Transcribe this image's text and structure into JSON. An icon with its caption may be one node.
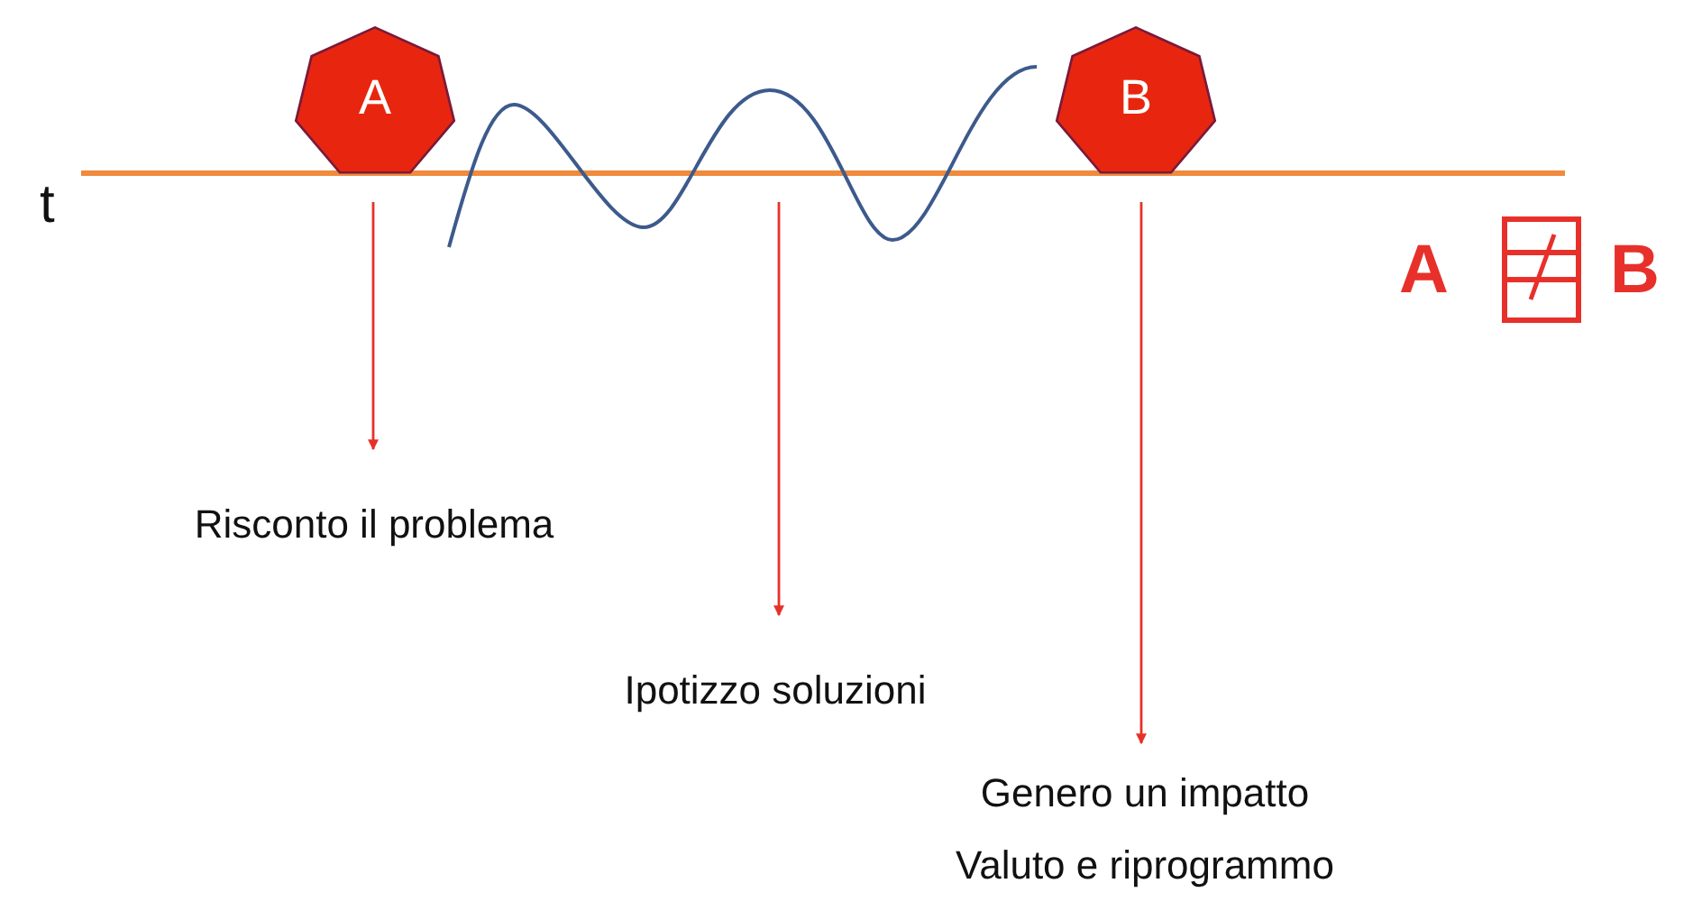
{
  "diagram": {
    "nodes": [
      {
        "text": [
          "A"
        ]
      },
      {
        "text": [
          "B"
        ]
      },
      {
        "text": [
          "Risconto il problema"
        ]
      },
      {
        "text": [
          "Ipotizzo soluzioni"
        ]
      },
      {
        "text": [
          "Genero un impatto",
          "Valuto e riprogrammo"
        ]
      }
    ],
    "edges": [
      {
        "from": 0,
        "to": 2,
        "arrow": "to",
        "color": "#e8302a"
      },
      {
        "from": null,
        "to": 3,
        "arrow": "to",
        "color": "#e8302a"
      },
      {
        "from": 1,
        "to": 4,
        "arrow": "to",
        "color": "#e8302a"
      }
    ],
    "labels": [
      "t",
      "A",
      "B"
    ]
  }
}
